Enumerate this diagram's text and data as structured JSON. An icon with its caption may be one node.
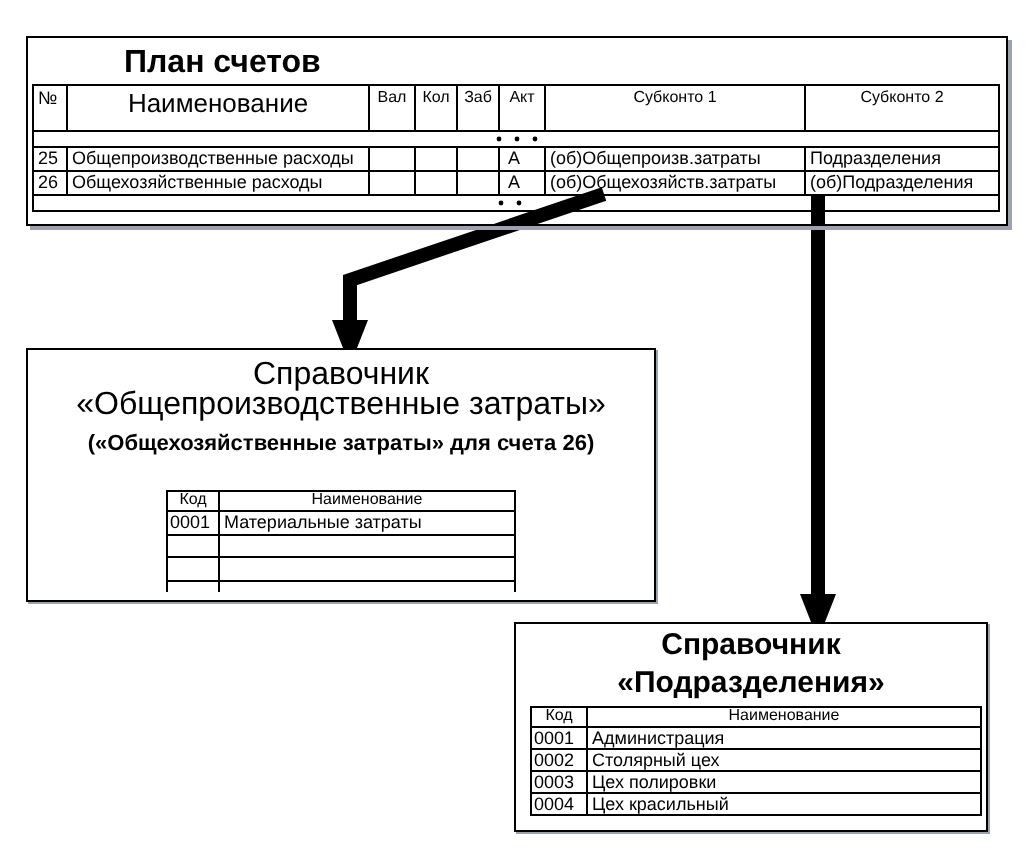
{
  "diagram": {
    "nodes": [
      {
        "text": [
          "План счетов"
        ]
      },
      {
        "text": [
          "(об)Общехозяйств.затраты"
        ],
        "in": 0
      },
      {
        "text": [
          "(об)Подразделения"
        ],
        "in": 0
      },
      {
        "text": [
          "Справочник «Общепроизводственные затраты»",
          "(«Общехозяйственные затраты» для счета 26)"
        ]
      },
      {
        "text": [
          "Справочник «Подразделения»"
        ]
      }
    ],
    "edges": [
      {
        "from": 1,
        "to": 3,
        "arrow": "to"
      },
      {
        "from": 2,
        "to": 4,
        "arrow": "to"
      }
    ],
    "labels": [
      "№",
      "Наименование",
      "Вал",
      "Кол",
      "Заб",
      "Акт",
      "Субконто 1",
      "Субконто 2",
      "25",
      "Общепроизводственные расходы",
      "А",
      "(об)Общепроизв.затраты",
      "Подразделения",
      "26",
      "Общехозяйственные расходы",
      "А",
      "Код",
      "Наименование",
      "0001",
      "Материальные затраты",
      "Код",
      "Наименование",
      "0001",
      "Администрация",
      "0002",
      "Столярный цех",
      "0003",
      "Цех полировки",
      "0004",
      "Цех красильный"
    ]
  }
}
